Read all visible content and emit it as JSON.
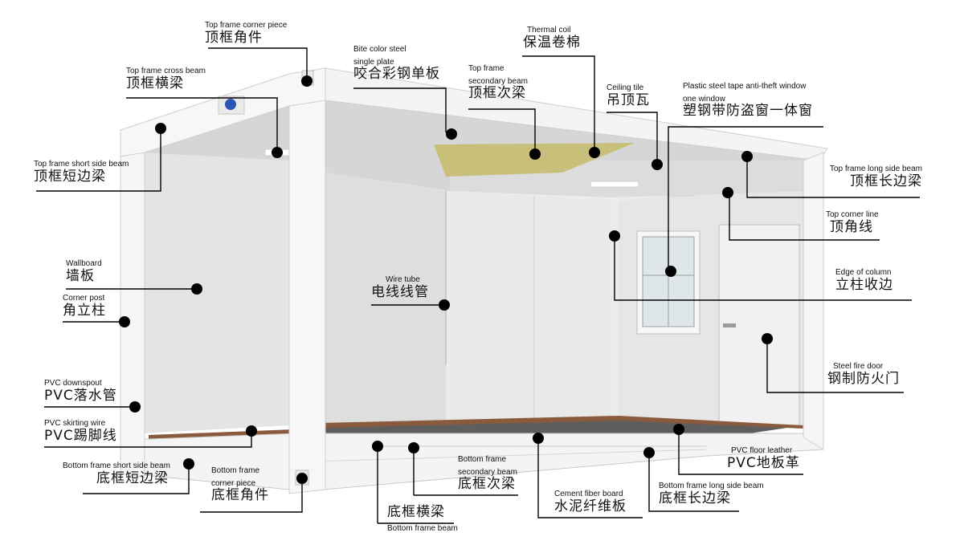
{
  "labels": {
    "top_frame_corner_piece": {
      "en": "Top frame corner piece",
      "zh": "顶框角件"
    },
    "top_frame_cross_beam": {
      "en": "Top frame cross beam",
      "zh": "顶框横梁"
    },
    "top_frame_short_side_beam": {
      "en": "Top frame short side beam",
      "zh": "顶框短边梁"
    },
    "bite_color_steel": {
      "en1": "Bite color steel",
      "en2": "single plate",
      "zh": "咬合彩钢单板"
    },
    "thermal_coil": {
      "en": "Thermal coil",
      "zh": "保温卷棉"
    },
    "top_frame_secondary_beam": {
      "en1": "Top frame",
      "en2": "secondary beam",
      "zh": "顶框次梁"
    },
    "ceiling_tile": {
      "en": "Ceiling tile",
      "zh": "吊顶瓦"
    },
    "plastic_steel_window": {
      "en1": "Plastic steel tape anti-theft window",
      "en2": "one window",
      "zh": "塑钢带防盗窗一体窗"
    },
    "top_frame_long_side_beam": {
      "en": "Top frame long side beam",
      "zh": "顶框长边梁"
    },
    "top_corner_line": {
      "en": "Top corner line",
      "zh": "顶角线"
    },
    "wallboard": {
      "en": "Wallboard",
      "zh": "墙板"
    },
    "corner_post": {
      "en": "Corner post",
      "zh": "角立柱"
    },
    "wire_tube": {
      "en": "Wire tube",
      "zh": "电线线管"
    },
    "edge_of_column": {
      "en": "Edge of column",
      "zh": "立柱收边"
    },
    "steel_fire_door": {
      "en": "Steel fire door",
      "zh": "钢制防火门"
    },
    "pvc_downspout": {
      "en": "PVC downspout",
      "zh": "PVC落水管"
    },
    "pvc_skirting_wire": {
      "en": "PVC skirting wire",
      "zh": "PVC踢脚线"
    },
    "bottom_frame_short_side_beam": {
      "en": "Bottom frame short side beam",
      "zh": "底框短边梁"
    },
    "bottom_frame_corner_piece": {
      "en1": "Bottom frame",
      "en2": "corner piece",
      "zh": "底框角件"
    },
    "bottom_frame_secondary_beam": {
      "en1": "Bottom frame",
      "en2": "secondary beam",
      "zh": "底框次梁"
    },
    "bottom_frame_beam": {
      "en": "Bottom frame beam",
      "zh": "底框横梁"
    },
    "cement_fiber_board": {
      "en": "Cement fiber board",
      "zh": "水泥纤维板"
    },
    "pvc_floor_leather": {
      "en": "PVC floor leather",
      "zh": "PVC地板革"
    },
    "bottom_frame_long_side_beam": {
      "en": "Bottom frame long side beam",
      "zh": "底框长边梁"
    }
  },
  "colors": {
    "frame": "#f4f4f4",
    "frame_edge": "#c9c9c9",
    "wall": "#e2e2e2",
    "ceiling": "#d9d9d9",
    "floor": "#5e5e5e",
    "skirting": "#8a5a3c",
    "insulation": "#c8c07a",
    "leader": "#000000"
  }
}
